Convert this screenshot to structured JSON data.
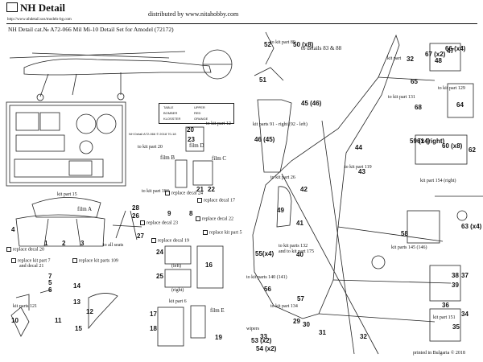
{
  "header": {
    "brand": "NH Detail",
    "website": "http://www.nhdetail.sos/models-bg.com",
    "distributor": "distributed by www.nitahobby.com",
    "title": "NH Detail cat.№ A72-066 Mil Mi-10 Detail Set for Amodel (72172)"
  },
  "fret": {
    "caption": "NH Detail A72-066 © 2018 70-18",
    "legend": [
      "TABLE",
      "UPPER",
      "BOMBER",
      "RED",
      "KLOSSTER",
      "ORANGE"
    ]
  },
  "labels": {
    "to_kit_part_12": "to kit part 12",
    "to_kit_part_20": "to kit part 20",
    "to_kit_part_184": "to kit part 184",
    "film_b": "film B",
    "film_c": "film C",
    "film_d": "film D",
    "film_a": "film A",
    "film_e": "film E",
    "kit_part_15": "kit part 15",
    "replace_decal_24": "replace decal 24",
    "replace_decal_17": "replace decal 17",
    "replace_decal_23": "replace decal 23",
    "replace_decal_22": "replace decal 22",
    "replace_decal_20": "replace decal 20",
    "replace_decal_19": "replace decal 19",
    "replace_kit_part_5": "replace kit part 5",
    "replace_kit_part_7": "replace kit part 7",
    "and_decal_21": "and decal 21",
    "replace_kit_parts_109": "replace kit parts 109",
    "to_all_seats": "to all seats",
    "left": "(left)",
    "right": "(right)",
    "kit_part_6": "kit part 6",
    "kit_parts_121": "kit parts 121",
    "to_kit_part_89": "to kit part 89",
    "to_details": "to details 83 & 88",
    "kit_parts_91": "kit parts 91 - right (92 - left)",
    "kit_part": "kit part",
    "to_kit_part_131": "to kit part 131",
    "kit_part_129": "to kit part 129",
    "kit_part_154": "kit part 154 (right)",
    "to_kit_part_26": "to kit part 26",
    "to_kit_part_119": "to kit part 119",
    "to_kit_parts_132": "to kit parts 132",
    "and_to_kit_part_175": "and to kit part 175",
    "kit_parts_145": "kit parts 145 (146)",
    "to_kit_parts_140": "to kit parts 140 (141)",
    "to_kit_part_134": "to kit part 134",
    "wipers": "wipers",
    "kit_part_151": "kit part 151",
    "printed": "printed in Bulgaria © 2018"
  },
  "numbers": {
    "n1": "1",
    "n2": "2",
    "n3": "3",
    "n4": "4",
    "n5": "5",
    "n6": "6",
    "n7": "7",
    "n8": "8",
    "n9": "9",
    "n10": "10",
    "n11": "11",
    "n12": "12",
    "n13": "13",
    "n14": "14",
    "n15": "15",
    "n16": "16",
    "n17": "17",
    "n18": "18",
    "n19": "19",
    "n21": "21",
    "n22": "22",
    "n23": "23",
    "n24": "24",
    "n25": "25",
    "n27": "27",
    "n28": "28",
    "n29": "29",
    "n30": "30",
    "n31": "31",
    "n32": "32",
    "n32b": "32",
    "n33": "33",
    "n34": "34",
    "n35": "35",
    "n36": "36",
    "n37": "37",
    "n38": "38",
    "n39": "39",
    "n40": "40",
    "n41": "41",
    "n42": "42",
    "n43": "43",
    "n44": "44",
    "n45": "45 (46)",
    "n46": "46 (45)",
    "n47": "47",
    "n48": "48",
    "n49": "49",
    "n50": "50 (x8)",
    "n51": "51",
    "n52": "52",
    "n53": "53 (x2)",
    "n54": "54 (x2)",
    "n55": "55(x4)",
    "n56": "56",
    "n57": "57",
    "n58": "58",
    "n59": "59 (x4)",
    "n60": "60 (x8)",
    "n61": "61 (right)",
    "n62": "62",
    "n63": "63 (x4)",
    "n64": "64",
    "n65": "65",
    "n66": "66 (x4)",
    "n67": "67 (x2)",
    "n68": "68",
    "n20": "20",
    "n26": "26"
  }
}
